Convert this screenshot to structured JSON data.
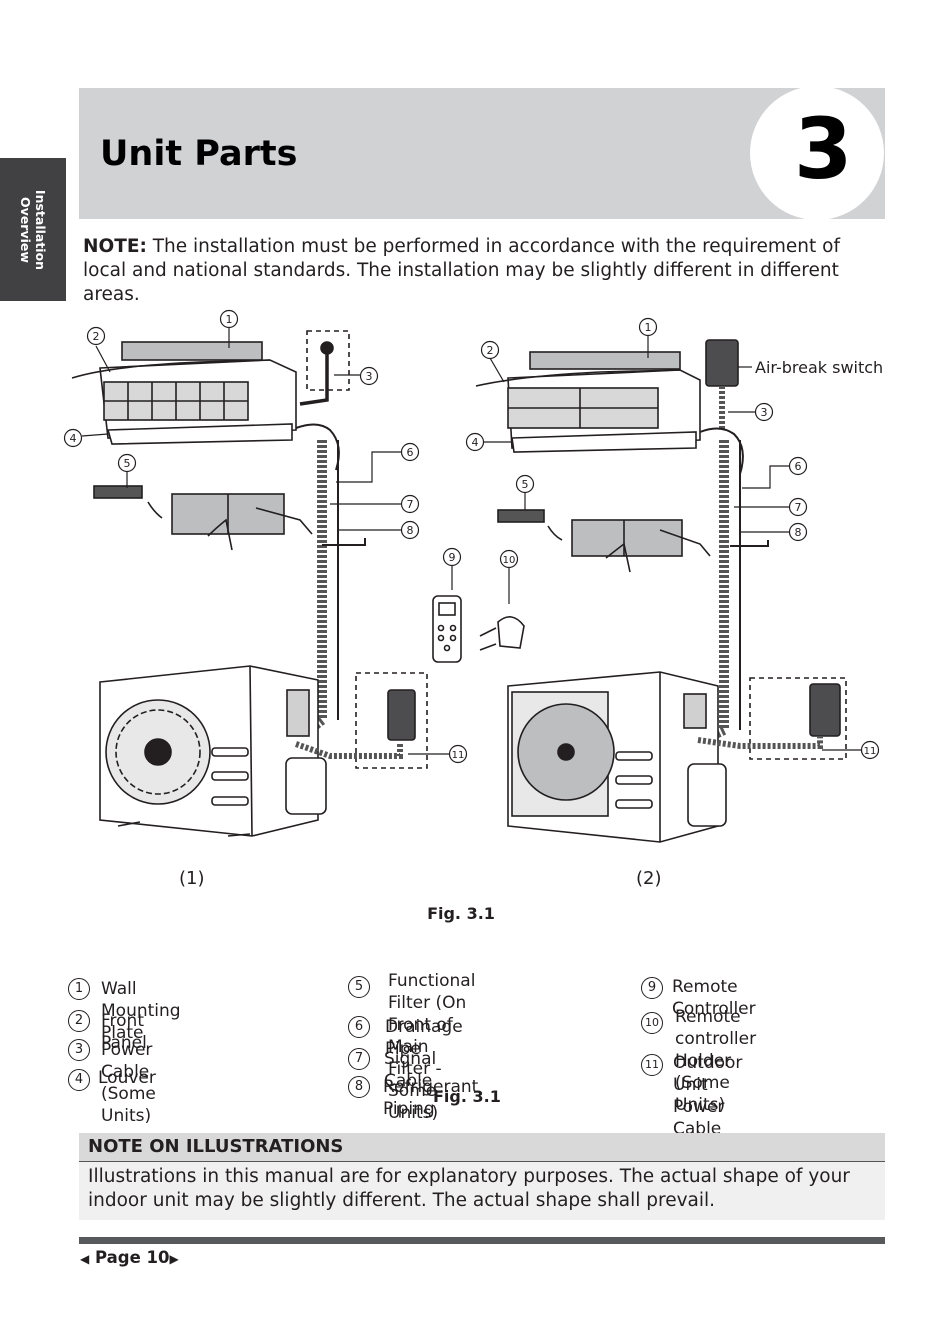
{
  "side_tab": "Installation\nOverview",
  "header": {
    "title": "Unit Parts",
    "chapter": "3"
  },
  "note": {
    "label": "NOTE:",
    "text": " The installation must be performed in accordance with the requirement of local and national standards. The installation may be slightly different in different areas."
  },
  "figure": {
    "left_numbers": [
      "1",
      "2",
      "3",
      "4",
      "5",
      "6",
      "7",
      "8",
      "11"
    ],
    "center_numbers": [
      "9",
      "10"
    ],
    "right_numbers": [
      "1",
      "2",
      "3",
      "4",
      "5",
      "6",
      "7",
      "8",
      "11"
    ],
    "air_break_switch": "Air-break switch",
    "sub_caption_1": "(1)",
    "sub_caption_2": "(2)",
    "caption": "Fig. 3.1"
  },
  "legend": [
    {
      "num": "1",
      "text": "Wall Mounting Plate"
    },
    {
      "num": "2",
      "text": "Front Panel"
    },
    {
      "num": "3",
      "text": "Power Cable (Some Units)"
    },
    {
      "num": "4",
      "text": "Louver"
    },
    {
      "num": "5",
      "text": "Functional Filter (On Front of\nMain Filter - Some Units)"
    },
    {
      "num": "6",
      "text": "Drainage Pipe"
    },
    {
      "num": "7",
      "text": "Signal Cable"
    },
    {
      "num": "8",
      "text": "Refrigerant Piping"
    },
    {
      "num": "9",
      "text": "Remote Controller"
    },
    {
      "num": "10",
      "text": "Remote controller Holder\n(Some Units)"
    },
    {
      "num": "11",
      "text": "Outdoor Unit Power Cable\n(Some Units)"
    }
  ],
  "overlap_caption": "Fig. 3.1",
  "illustration_note": {
    "title": "NOTE ON ILLUSTRATIONS",
    "text": "Illustrations in this manual are for explanatory purposes. The actual shape of your indoor unit may be slightly different. The actual shape shall prevail."
  },
  "footer": {
    "left_arrow": "◀",
    "page": "Page 10",
    "right_arrow": "▶"
  }
}
